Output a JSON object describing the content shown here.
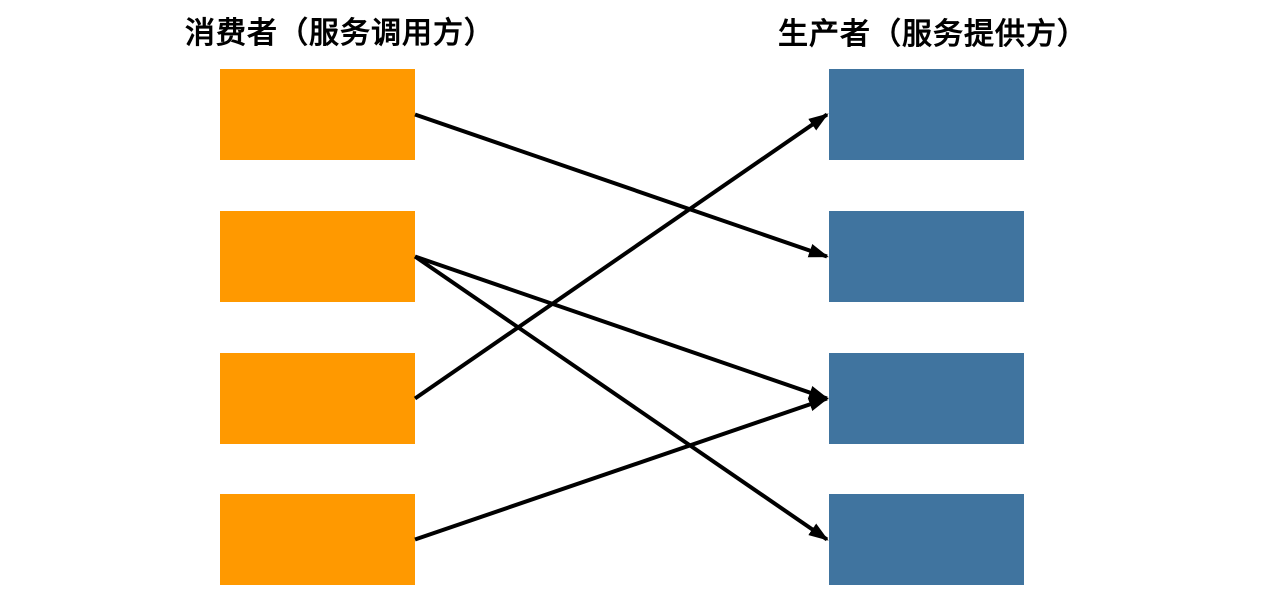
{
  "diagram": {
    "consumers": {
      "title": "消费者（服务调用方）",
      "color": "#FF9900",
      "nodes": [
        {
          "id": "consumer-1",
          "label": ""
        },
        {
          "id": "consumer-2",
          "label": ""
        },
        {
          "id": "consumer-3",
          "label": ""
        },
        {
          "id": "consumer-4",
          "label": ""
        }
      ]
    },
    "producers": {
      "title": "生产者（服务提供方）",
      "color": "#40749F",
      "nodes": [
        {
          "id": "producer-1",
          "label": ""
        },
        {
          "id": "producer-2",
          "label": ""
        },
        {
          "id": "producer-3",
          "label": ""
        },
        {
          "id": "producer-4",
          "label": ""
        }
      ]
    },
    "connections": [
      {
        "from": "consumer-1",
        "to": "producer-2"
      },
      {
        "from": "consumer-2",
        "to": "producer-3"
      },
      {
        "from": "consumer-2",
        "to": "producer-4"
      },
      {
        "from": "consumer-3",
        "to": "producer-1"
      },
      {
        "from": "consumer-4",
        "to": "producer-3"
      }
    ],
    "arrow_color": "#000000",
    "background_color": "#FFFFFF"
  }
}
